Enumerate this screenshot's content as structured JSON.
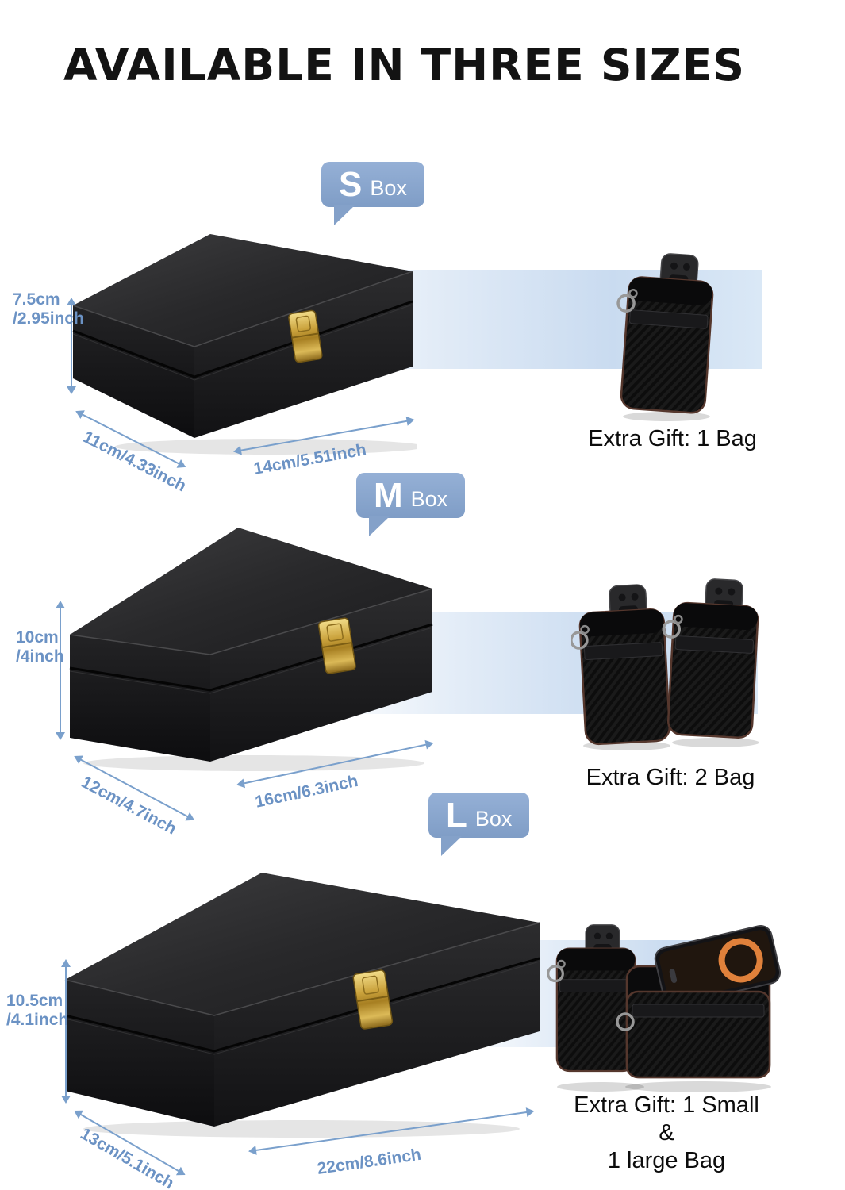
{
  "title": "AVAILABLE IN THREE SIZES",
  "colors": {
    "badge_blue": "#8CA7CE",
    "dimension_blue": "#6B92C4",
    "band_blue": "#C9DBF0",
    "clasp_gold": "#CAA23C",
    "box_black": "#1A1A1C"
  },
  "sections": [
    {
      "size_letter": "S",
      "size_word": "Box",
      "height_line1": "7.5cm",
      "height_line2": "/2.95inch",
      "depth": "11cm/4.33inch",
      "width": "14cm/5.51inch",
      "gift": "Extra Gift: 1 Bag"
    },
    {
      "size_letter": "M",
      "size_word": "Box",
      "height_line1": "10cm",
      "height_line2": "/4inch",
      "depth": "12cm/4.7inch",
      "width": "16cm/6.3inch",
      "gift": "Extra Gift: 2 Bag"
    },
    {
      "size_letter": "L",
      "size_word": "Box",
      "height_line1": "10.5cm",
      "height_line2": "/4.1inch",
      "depth": "13cm/5.1inch",
      "width": "22cm/8.6inch",
      "gift_line1": "Extra Gift: 1 Small",
      "gift_line2": "&",
      "gift_line3": "1 large Bag"
    }
  ]
}
